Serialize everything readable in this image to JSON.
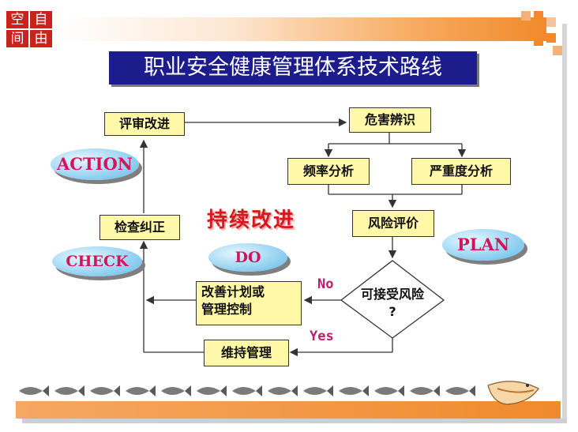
{
  "logo": {
    "chars": [
      "空",
      "自",
      "间",
      "由"
    ]
  },
  "title": "职业安全健康管理体系技术路线",
  "boxes": {
    "review": "评审改进",
    "hazard": "危害辨识",
    "frequency": "频率分析",
    "severity": "严重度分析",
    "risk_eval": "风险评价",
    "inspect": "检查纠正",
    "improve_line1": "改善计划或",
    "improve_line2": "管理控制",
    "maintain": "维持管理"
  },
  "ovals": {
    "action": "ACTION",
    "check": "CHECK",
    "do": "DO",
    "plan": "PLAN"
  },
  "continuous": "持续改进",
  "decision": {
    "line1": "可接受风险",
    "line2": "?"
  },
  "branch": {
    "no": "No",
    "yes": "Yes"
  },
  "colors": {
    "title_bg": "#1c1c8c",
    "box_fill": "#fff8a8",
    "oval_fill": "#a9dcf5",
    "oval_text": "#d4145a",
    "accent_orange": "#f08a2c",
    "continuous_red": "#d6181c"
  }
}
